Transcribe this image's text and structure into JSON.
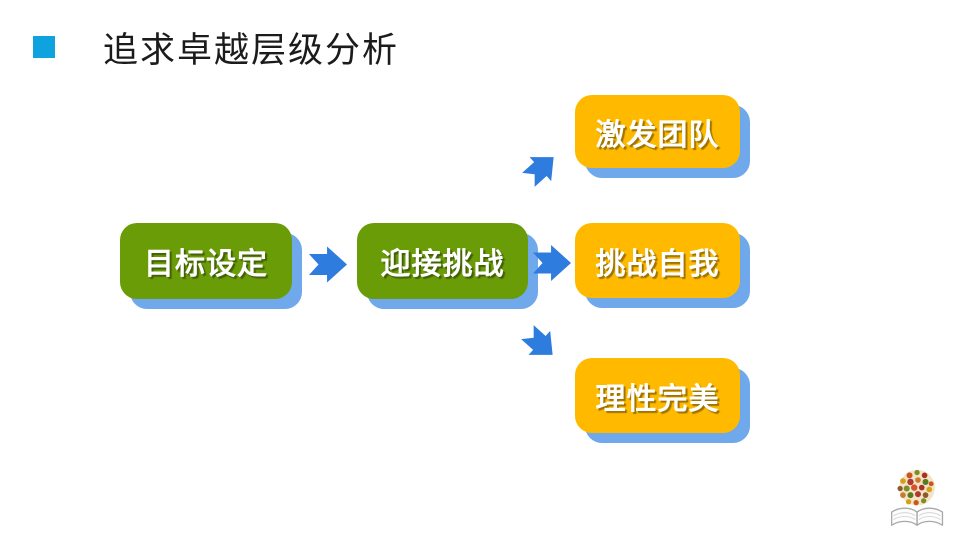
{
  "title": {
    "text": "追求卓越层级分析"
  },
  "colors": {
    "title_bullet": "#0EA3DF",
    "title_text": "#1B1B1B",
    "box_green": "#6A9C08",
    "box_yellow": "#FFBA00",
    "box_shadow": "#6FA9EB",
    "arrow": "#2E7CDE"
  },
  "boxes": [
    {
      "id": "goal-setting",
      "label": "目标设定",
      "variant": "green"
    },
    {
      "id": "meet-challenge",
      "label": "迎接挑战",
      "variant": "green"
    },
    {
      "id": "inspire-team",
      "label": "激发团队",
      "variant": "yellow"
    },
    {
      "id": "challenge-self",
      "label": "挑战自我",
      "variant": "yellow"
    },
    {
      "id": "rational-perfection",
      "label": "理性完美",
      "variant": "yellow"
    }
  ],
  "connections": [
    {
      "from": "目标设定",
      "to": "迎接挑战",
      "direction": "right"
    },
    {
      "from": "迎接挑战",
      "to": "激发团队",
      "direction": "up-right"
    },
    {
      "from": "迎接挑战",
      "to": "挑战自我",
      "direction": "right"
    },
    {
      "from": "迎接挑战",
      "to": "理性完美",
      "direction": "down-right"
    }
  ],
  "logo": {
    "icon": "open-book-logo"
  }
}
